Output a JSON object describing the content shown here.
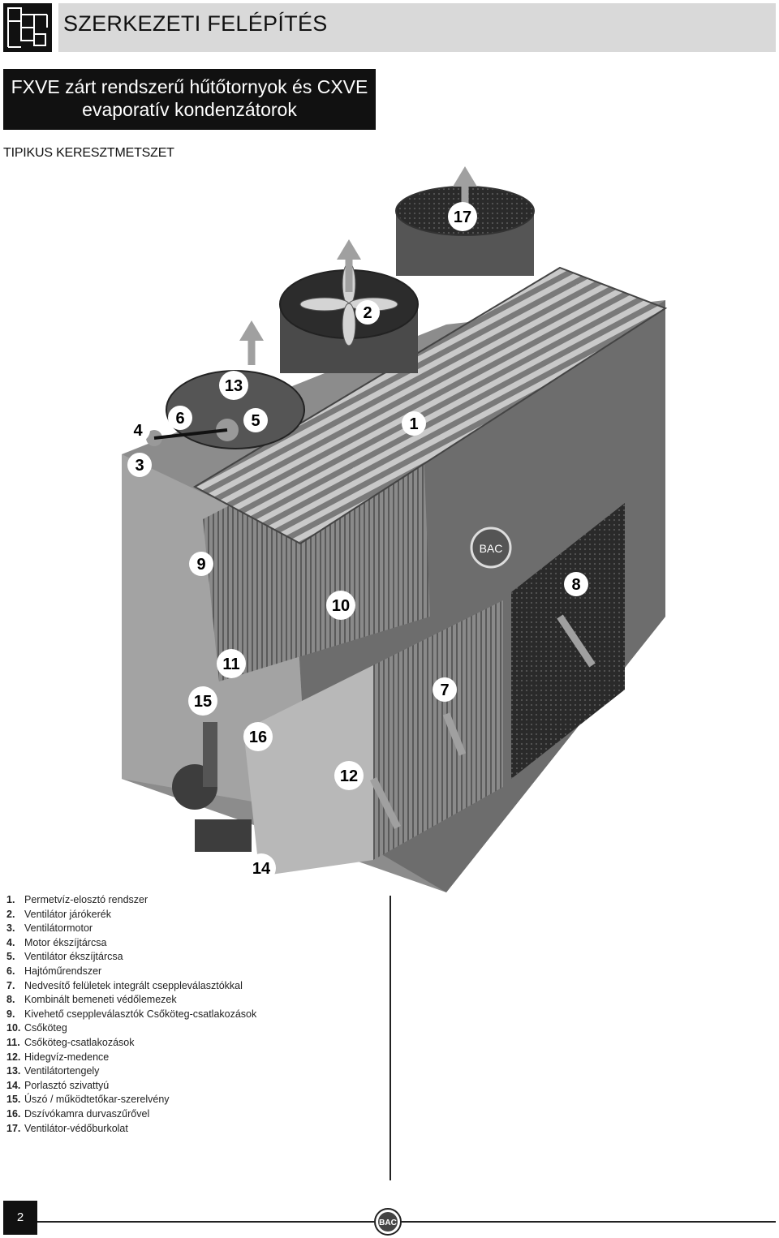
{
  "header": {
    "title": "SZERKEZETI FELÉPÍTÉS"
  },
  "subtitle": {
    "line1": "FXVE zárt rendszerű hűtőtornyok és CXVE",
    "line2": "evaporatív kondenzátorok"
  },
  "section_label": "TIPIKUS KERESZTMETSZET",
  "diagram": {
    "brand": "BAC",
    "callouts": [
      "1",
      "2",
      "3",
      "4",
      "5",
      "6",
      "7",
      "8",
      "9",
      "10",
      "11",
      "12",
      "13",
      "14",
      "15",
      "16",
      "17"
    ]
  },
  "legend": [
    {
      "num": "1.",
      "text": "Permetvíz-elosztó rendszer"
    },
    {
      "num": "2.",
      "text": "Ventilátor járókerék"
    },
    {
      "num": "3.",
      "text": "Ventilátormotor"
    },
    {
      "num": "4.",
      "text": "Motor ékszíjtárcsa"
    },
    {
      "num": "5.",
      "text": "Ventilátor ékszíjtárcsa"
    },
    {
      "num": "6.",
      "text": "Hajtóműrendszer"
    },
    {
      "num": "7.",
      "text": "Nedvesítő felületek integrált csepplеválasztókkal"
    },
    {
      "num": "8.",
      "text": "Kombinált bemeneti védőlemezek"
    },
    {
      "num": "9.",
      "text": "Kivehető csepplеválasztók Csőköteg-csatlakozások"
    },
    {
      "num": "10.",
      "text": "Csőköteg"
    },
    {
      "num": "11.",
      "text": "Csőköteg-csatlakozások"
    },
    {
      "num": "12.",
      "text": "Hidegvíz-medence"
    },
    {
      "num": "13.",
      "text": "Ventilátortengely"
    },
    {
      "num": "14.",
      "text": "Porlasztó szivattyú"
    },
    {
      "num": "15.",
      "text": "Úszó / működtetőkar-szerelvény"
    },
    {
      "num": "16.",
      "text": "Dszívókamra durvaszűrővel"
    },
    {
      "num": "17.",
      "text": "Ventilátor-védőburkolat"
    }
  ],
  "footer": {
    "page_number": "2",
    "brand": "BAC"
  }
}
